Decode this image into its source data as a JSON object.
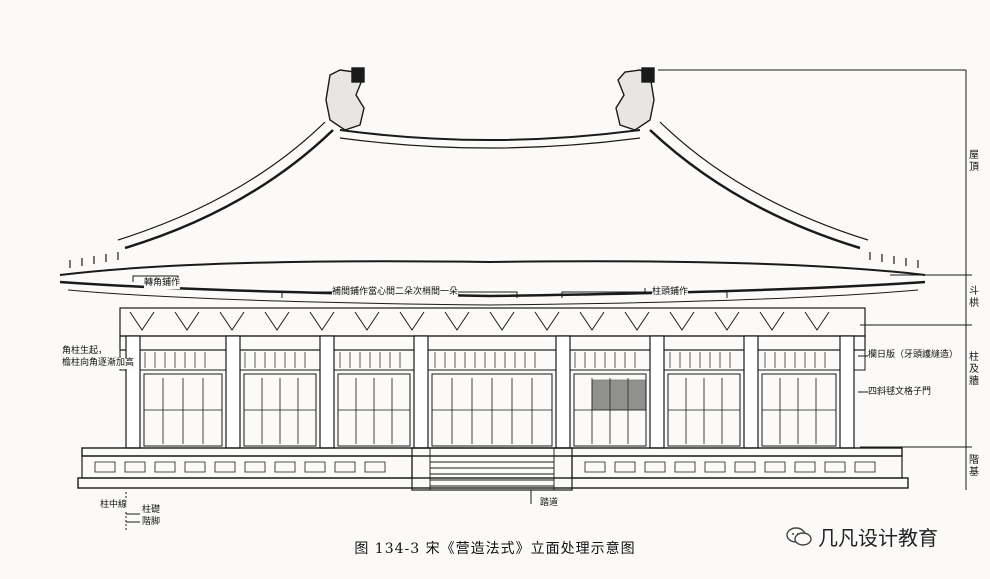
{
  "caption": "图 134-3  宋《营造法式》立面处理示意图",
  "watermark": "几凡设计教育",
  "watermark_icon": "wechat-icon",
  "labels": {
    "corner_bracket": "轉角鋪作",
    "intercolumn_bracket": "補間鋪作當心間二朵次梢間一朵",
    "column_bracket": "柱頭鋪作",
    "column_rise": "角柱生起，",
    "column_lean": "檐柱向角逐漸加高",
    "lintel": "欄日版（牙頭護縫造）",
    "door": "四斜毬文格子門",
    "path": "踏道",
    "axis_left": "柱中線",
    "plinth": "柱礎",
    "step_edge": "階脚",
    "side_roof": "屋頂",
    "side_bracket": "斗栱",
    "side_wall": "柱及牆",
    "side_base": "階基"
  },
  "colors": {
    "ink": "#1a1a1a",
    "paper": "#fbfaf8"
  }
}
